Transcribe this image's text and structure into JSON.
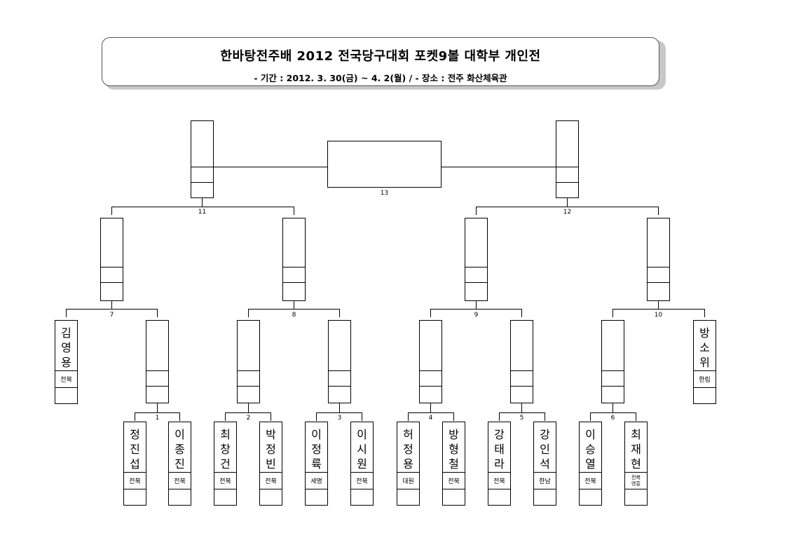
{
  "header": {
    "title": "한바탕전주배 2012 전국당구대회 포켓9볼 대학부 개인전",
    "subtitle": "- 기간 : 2012. 3. 30(금) ~ 4. 2(월)  /  - 장소 : 전주 화산체육관"
  },
  "players": [
    {
      "name": "김영용",
      "aff": "전북"
    },
    {
      "name": "정진섭",
      "aff": "전북"
    },
    {
      "name": "이종진",
      "aff": "전북"
    },
    {
      "name": "최창건",
      "aff": "전북"
    },
    {
      "name": "박정빈",
      "aff": "전북"
    },
    {
      "name": "이정륙",
      "aff": "세명"
    },
    {
      "name": "이시원",
      "aff": "전북"
    },
    {
      "name": "허정용",
      "aff": "대원"
    },
    {
      "name": "방형철",
      "aff": "전북"
    },
    {
      "name": "강태라",
      "aff": "전북"
    },
    {
      "name": "강인석",
      "aff": "한남"
    },
    {
      "name": "이승열",
      "aff": "전북"
    },
    {
      "name": "최재현",
      "aff": "전북 영흥"
    },
    {
      "name": "방소위",
      "aff": "한림"
    }
  ],
  "matches": [
    "1",
    "2",
    "3",
    "4",
    "5",
    "6",
    "7",
    "8",
    "9",
    "10",
    "11",
    "12",
    "13"
  ]
}
